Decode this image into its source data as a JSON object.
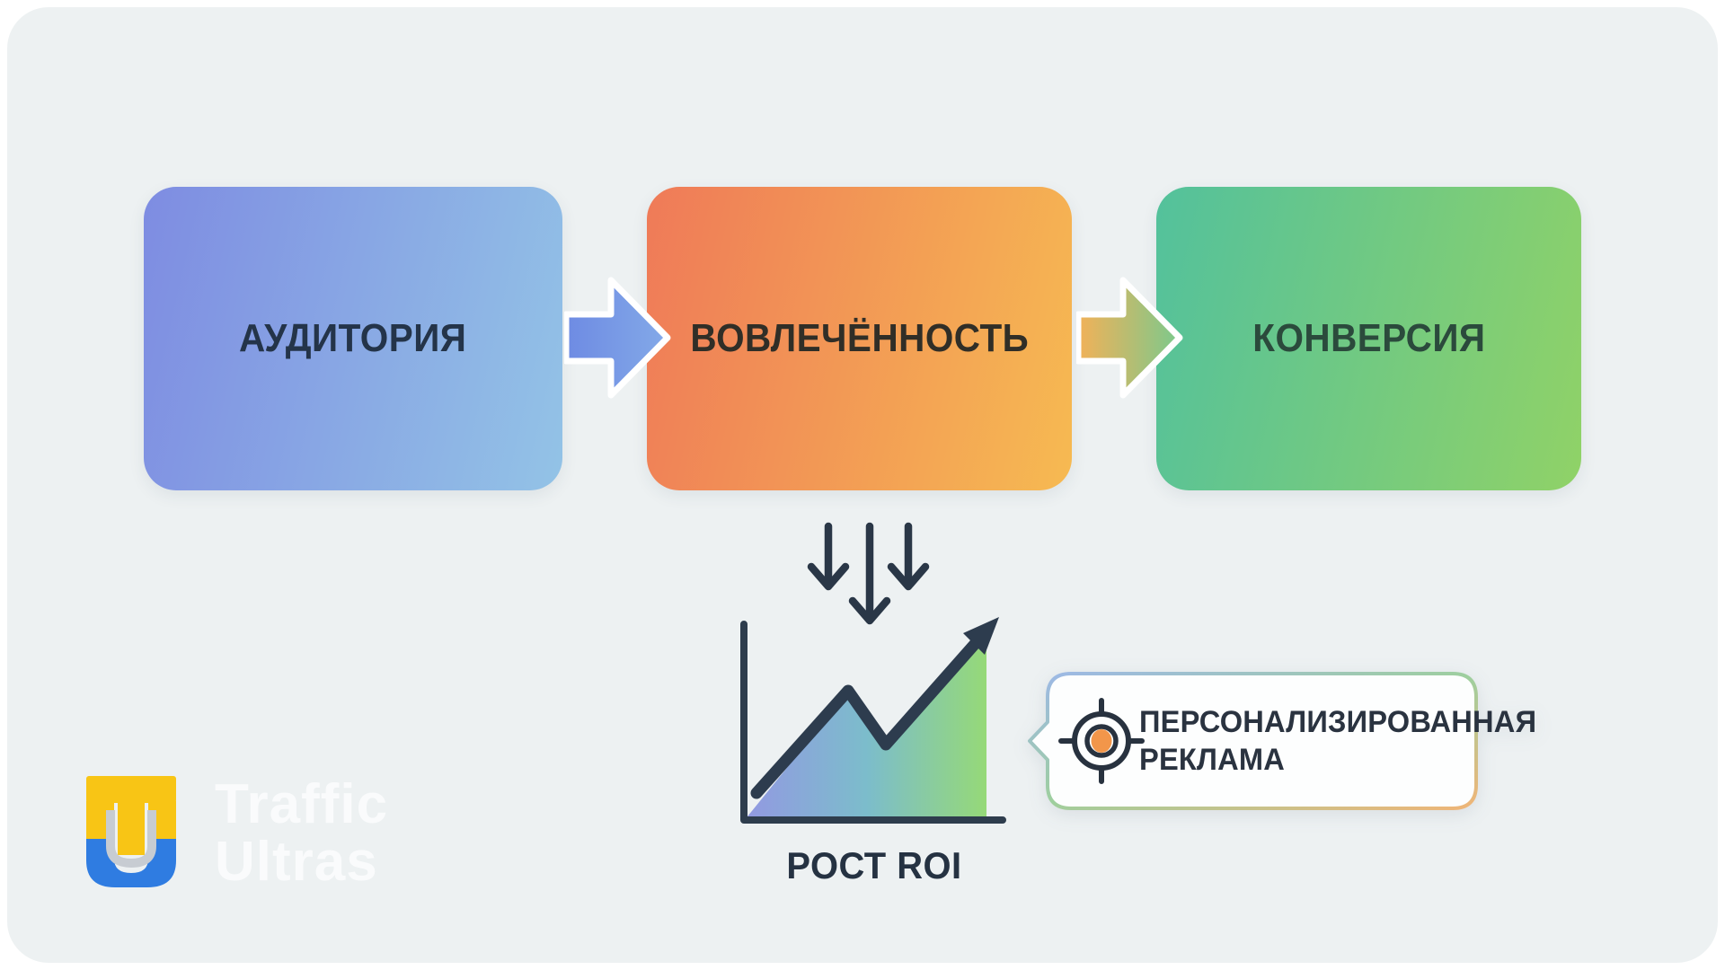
{
  "page": {
    "background": "#ffffff",
    "card_background": "#edf1f2"
  },
  "funnel": {
    "boxes": [
      {
        "label": "АУДИТОРИЯ",
        "gradient_from": "#7e8ce2",
        "gradient_to": "#93c3e6",
        "label_color": "#243449"
      },
      {
        "label": "ВОВЛЕЧЁННОСТЬ",
        "gradient_from": "#ef7a58",
        "gradient_to": "#f6ba52",
        "label_color": "#302e27"
      },
      {
        "label": "КОНВЕРСИЯ",
        "gradient_from": "#53c19c",
        "gradient_to": "#90d267",
        "label_color": "#2b4a3c"
      }
    ],
    "connector_arrows": [
      {
        "gradient_from": "#6e8be3",
        "gradient_to": "#83a9e8"
      },
      {
        "gradient_from": "#f2b158",
        "gradient_to": "#7cc98c"
      }
    ]
  },
  "flow": {
    "down_arrow_color": "#2a3747"
  },
  "roi": {
    "label": "РОСТ ROI",
    "label_color": "#253242",
    "axis_color": "#2e3d4d",
    "line_color": "#2d3c4e",
    "area_gradient": [
      "#8a92e0",
      "#72b8c8",
      "#8ed76d"
    ]
  },
  "callout": {
    "line1": "ПЕРСОНАЛИЗИРОВАННАЯ",
    "line2": "РЕКЛАМА",
    "text_color": "#2a3340",
    "background": "#fdfefe",
    "border_gradient": [
      "#9db8e8",
      "#9ecf9e",
      "#f0b577"
    ],
    "target_icon_color": "#28323f",
    "target_center_color": "#f2964a"
  },
  "logo": {
    "line1": "Traffic",
    "line2": "Ultras",
    "text_color": "#fafbfc",
    "mark_yellow": "#f8c515",
    "mark_blue": "#2f7ce1",
    "mark_gray": "#c7ccd2"
  }
}
